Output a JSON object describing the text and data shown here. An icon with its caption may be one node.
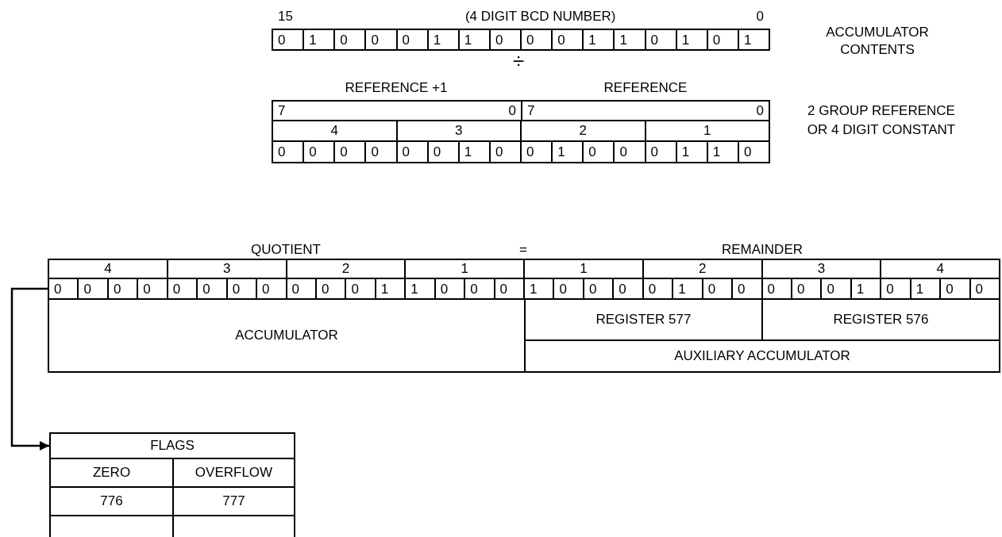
{
  "diagram": {
    "nodes": [
      {
        "text": [
          "0",
          "1",
          "0",
          "0",
          "0",
          "1",
          "1",
          "0",
          "0",
          "0",
          "1",
          "1",
          "0",
          "1",
          "0",
          "1"
        ],
        "beside": [
          "15",
          "(4 DIGIT BCD NUMBER)",
          "0"
        ]
      },
      {
        "text": [
          "7",
          "0",
          "7",
          "0",
          "4",
          "3",
          "2",
          "1",
          "0",
          "0",
          "0",
          "0",
          "0",
          "0",
          "1",
          "0",
          "0",
          "1",
          "0",
          "0",
          "0",
          "1",
          "1",
          "0"
        ],
        "beside": [
          "REFERENCE +1",
          "REFERENCE",
          "2 GROUP REFERENCE OR 4 DIGIT CONSTANT"
        ]
      },
      {
        "text": [
          "4",
          "3",
          "2",
          "1",
          "1",
          "2",
          "3",
          "4",
          "0",
          "0",
          "0",
          "0",
          "0",
          "0",
          "0",
          "0",
          "0",
          "0",
          "0",
          "1",
          "1",
          "0",
          "0",
          "0",
          "1",
          "0",
          "0",
          "0",
          "0",
          "1",
          "0",
          "0",
          "0",
          "0",
          "0",
          "1",
          "0",
          "1",
          "0",
          "0",
          "ACCUMULATOR",
          "REGISTER 577",
          "REGISTER 576",
          "AUXILIARY ACCUMULATOR"
        ],
        "beside": [
          "QUOTIENT",
          "=",
          "REMAINDER"
        ]
      },
      {
        "text": [
          "FLAGS",
          "ZERO",
          "OVERFLOW",
          "776",
          "777"
        ]
      }
    ],
    "edges": [
      {
        "from": 2,
        "to": 3,
        "arrow": "to"
      }
    ],
    "labels": [
      "ACCUMULATOR CONTENTS",
      "÷"
    ]
  }
}
